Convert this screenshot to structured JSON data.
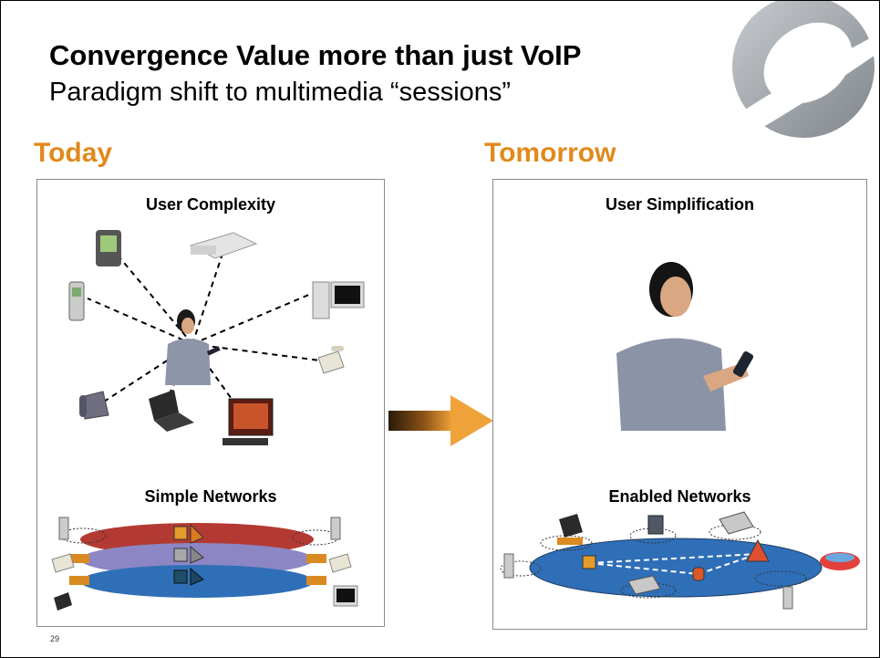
{
  "slide": {
    "title": "Convergence Value more than just VoIP",
    "subtitle": "Paradigm shift to multimedia “sessions”",
    "page_number": "29"
  },
  "today": {
    "heading": "Today",
    "top_label": "User Complexity",
    "bottom_label": "Simple Networks"
  },
  "tomorrow": {
    "heading": "Tomorrow",
    "top_label": "User Simplification",
    "bottom_label": "Enabled Networks"
  },
  "colors": {
    "accent": "#e08a1c",
    "title_text": "#000000",
    "network_red": "#b33a32",
    "network_purple": "#8c86c4",
    "network_blue": "#2f6fb7",
    "logo_gray": "#9a9ea4"
  }
}
